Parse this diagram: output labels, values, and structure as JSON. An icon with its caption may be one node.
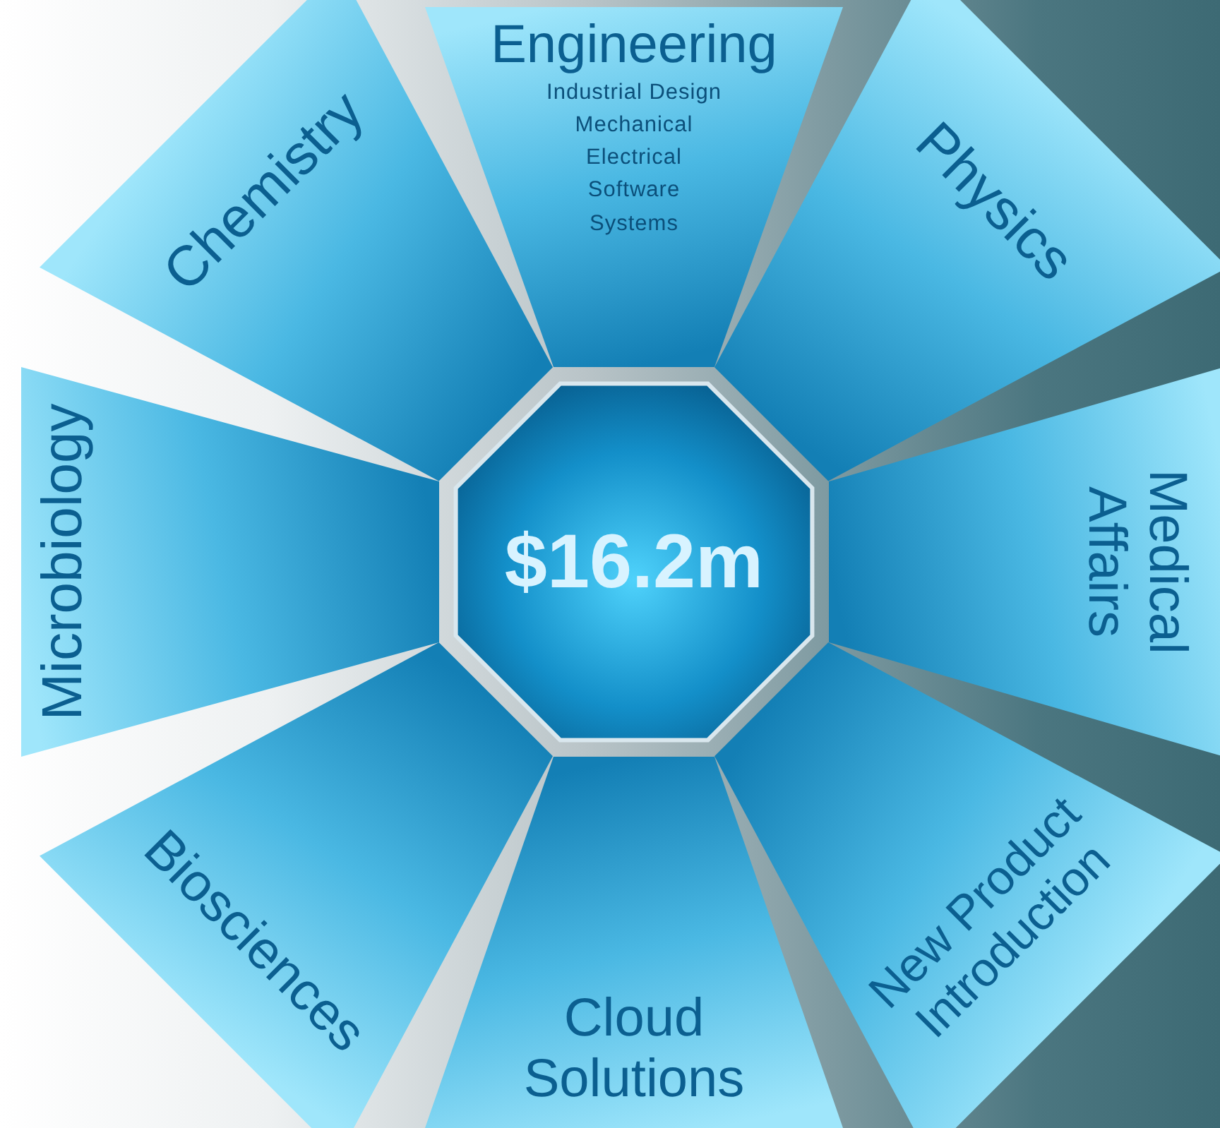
{
  "diagram": {
    "nodes": [
      {
        "text": [
          "Chemistry"
        ]
      },
      {
        "text": [
          "Engineering",
          "Industrial Design",
          "Mechanical",
          "Electrical",
          "Software",
          "Systems"
        ]
      },
      {
        "text": [
          "Physics"
        ]
      },
      {
        "text": [
          "Microbiology"
        ]
      },
      {
        "text": [
          "$16.2m"
        ]
      },
      {
        "text": [
          "Medical Affairs"
        ]
      },
      {
        "text": [
          "Biosciences"
        ]
      },
      {
        "text": [
          "Cloud Solutions"
        ]
      },
      {
        "text": [
          "New Product Introduction"
        ]
      }
    ]
  }
}
